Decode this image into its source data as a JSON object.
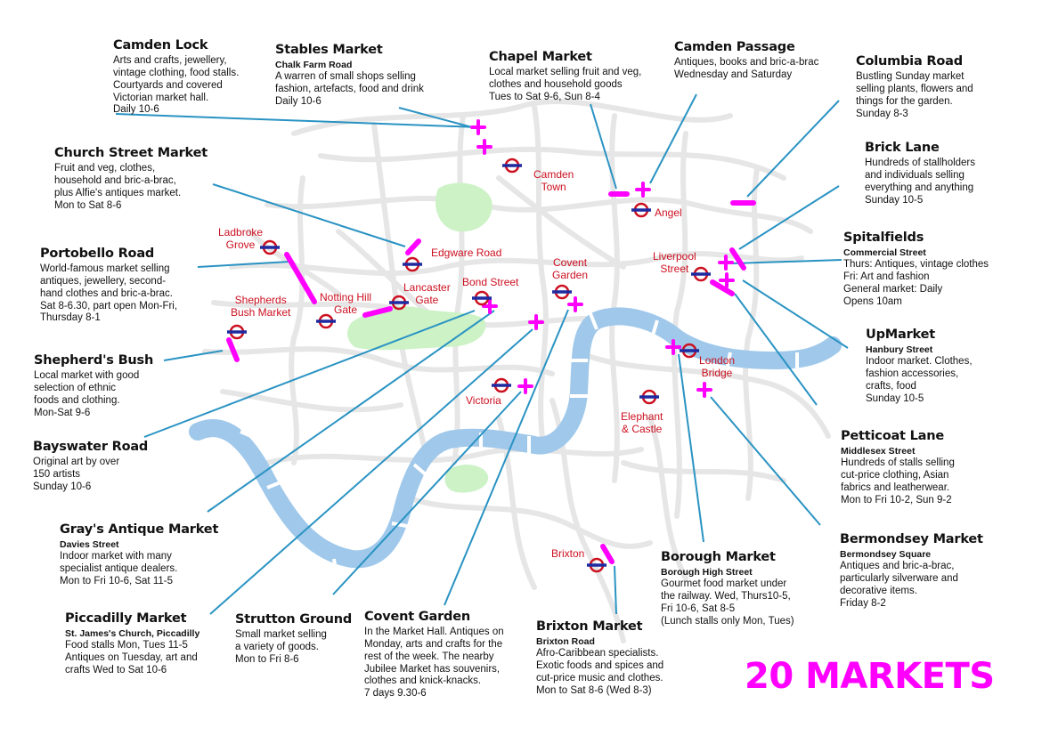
{
  "title": "20 MARKETS",
  "colors": {
    "marker": "#ff00ff",
    "leader": "#2a93c3",
    "river": "#9fc8ea",
    "park": "#ccf2c6",
    "roads": "#e6e6e6",
    "tube_ring": "#cc1020",
    "tube_bar": "#1f2aa0",
    "station_text": "#cc1020"
  },
  "icons": {
    "marker": "magenta-plus-marker",
    "station": "underground-roundel-icon"
  },
  "markets": [
    {
      "name": "Camden Lock",
      "street": "",
      "text": "Arts and crafts, jewellery,\nvintage clothing, food stalls.\nCourtyards and covered\nVictorian market hall.\nDaily 10-6"
    },
    {
      "name": "Stables Market",
      "street": "Chalk Farm Road",
      "text": "A warren of small shops selling\nfashion, artefacts, food and drink\nDaily 10-6"
    },
    {
      "name": "Chapel Market",
      "street": "",
      "text": "Local market selling fruit and veg,\nclothes and household goods\nTues to Sat 9-6, Sun 8-4"
    },
    {
      "name": "Camden Passage",
      "street": "",
      "text": "Antiques, books and bric-a-brac\nWednesday and Saturday"
    },
    {
      "name": "Columbia Road",
      "street": "",
      "text": "Bustling Sunday market\nselling plants, flowers and\nthings for the garden.\nSunday 8-3"
    },
    {
      "name": "Church Street Market",
      "street": "",
      "text": "Fruit and veg, clothes,\nhousehold and bric-a-brac,\nplus Alfie's antiques market.\nMon to Sat 8-6"
    },
    {
      "name": "Brick Lane",
      "street": "",
      "text": "Hundreds of stallholders\nand individuals selling\neverything and anything\nSunday 10-5"
    },
    {
      "name": "Portobello Road",
      "street": "",
      "text": "World-famous market selling\nantiques, jewellery, second-\nhand clothes and bric-a-brac.\nSat 8-6.30, part open Mon-Fri,\nThursday 8-1"
    },
    {
      "name": "Spitalfields",
      "street": "Commercial Street",
      "text": "Thurs: Antiques, vintage clothes\nFri: Art and fashion\nGeneral market: Daily\nOpens 10am"
    },
    {
      "name": "Shepherd's Bush",
      "street": "",
      "text": "Local market with good\nselection of ethnic\nfoods and clothing.\nMon-Sat 9-6"
    },
    {
      "name": "UpMarket",
      "street": "Hanbury Street",
      "text": "Indoor market. Clothes,\nfashion accessories,\ncrafts, food\nSunday 10-5"
    },
    {
      "name": "Bayswater Road",
      "street": "",
      "text": "Original art by over\n150 artists\nSunday 10-6"
    },
    {
      "name": "Petticoat Lane",
      "street": "Middlesex Street",
      "text": "Hundreds of stalls selling\ncut-price clothing, Asian\nfabrics and leatherwear.\nMon to Fri 10-2, Sun 9-2"
    },
    {
      "name": "Gray's Antique Market",
      "street": "Davies Street",
      "text": "Indoor market with many\nspecialist antique dealers.\nMon to Fri 10-6, Sat 11-5"
    },
    {
      "name": "Bermondsey Market",
      "street": "Bermondsey Square",
      "text": "Antiques and bric-a-brac,\nparticularly silverware and\ndecorative items.\nFriday 8-2"
    },
    {
      "name": "Borough Market",
      "street": "Borough High Street",
      "text": "Gourmet food market under\nthe railway. Wed, Thurs10-5,\nFri 10-6, Sat 8-5\n(Lunch stalls only Mon, Tues)"
    },
    {
      "name": "Piccadilly Market",
      "street": "St. James's Church, Piccadilly",
      "text": "Food stalls Mon, Tues 11-5\nAntiques on Tuesday, art and\ncrafts Wed to Sat 10-6"
    },
    {
      "name": "Strutton Ground",
      "street": "",
      "text": "Small market selling\na variety of goods.\nMon to Fri 8-6"
    },
    {
      "name": "Covent Garden",
      "street": "",
      "text": "In the Market Hall. Antiques on\nMonday, arts and crafts for the\nrest of the week. The nearby\nJubilee Market has souvenirs,\nclothes and knick-knacks.\n7 days 9.30-6"
    },
    {
      "name": "Brixton Market",
      "street": "Brixton Road",
      "text": "Afro-Caribbean specialists.\nExotic foods and spices and\ncut-price music and clothes.\nMon to Sat 8-6 (Wed 8-3)"
    }
  ],
  "stations": [
    {
      "name": "Camden\nTown"
    },
    {
      "name": "Angel"
    },
    {
      "name": "Edgware Road"
    },
    {
      "name": "Ladbroke\nGrove"
    },
    {
      "name": "Covent\nGarden"
    },
    {
      "name": "Liverpool\nStreet"
    },
    {
      "name": "Lancaster\nGate"
    },
    {
      "name": "Bond Street"
    },
    {
      "name": "Notting Hill\nGate"
    },
    {
      "name": "Shepherds\nBush Market"
    },
    {
      "name": "London\nBridge"
    },
    {
      "name": "Victoria"
    },
    {
      "name": "Elephant\n& Castle"
    },
    {
      "name": "Brixton"
    }
  ]
}
